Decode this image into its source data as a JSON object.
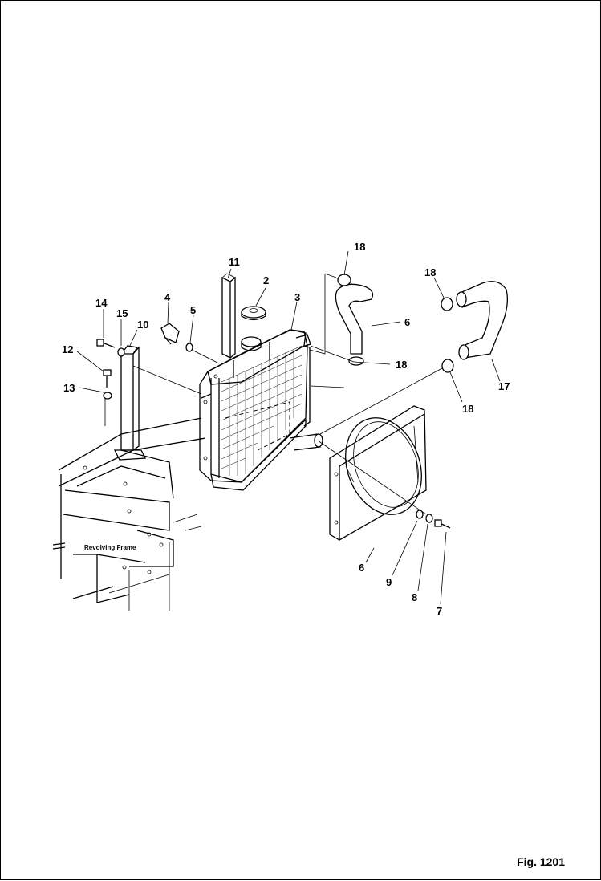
{
  "figure": {
    "caption": "Fig. 1201"
  },
  "frame_label": "Revolving Frame",
  "callouts": {
    "c1": "18",
    "c2": "18",
    "c3": "11",
    "c4": "2",
    "c5": "3",
    "c6": "6",
    "c7": "18",
    "c8": "4",
    "c9": "5",
    "c10": "14",
    "c11": "15",
    "c12": "10",
    "c13": "12",
    "c14": "13",
    "c15": "18",
    "c16": "17",
    "c17": "18",
    "c18": "6",
    "c19": "9",
    "c20": "8",
    "c21": "7"
  }
}
